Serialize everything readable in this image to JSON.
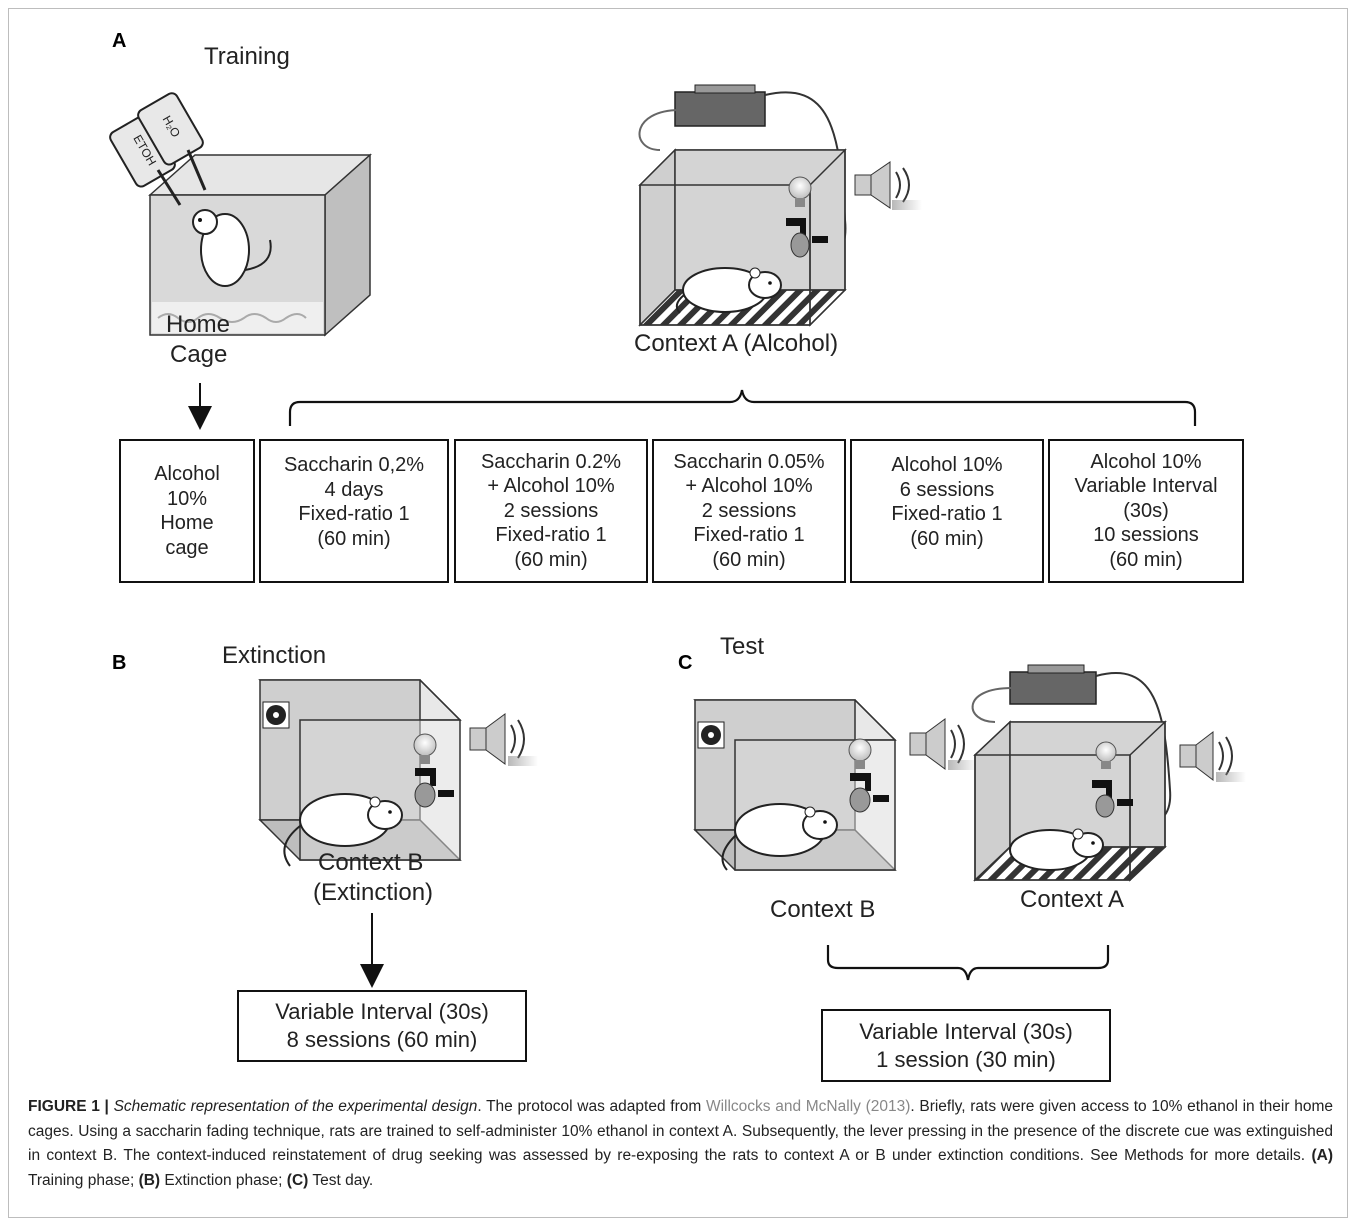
{
  "panels": {
    "a": "A",
    "b": "B",
    "c": "C"
  },
  "labels": {
    "training": "Training",
    "home_cage_1": "Home",
    "home_cage_2": "Cage",
    "context_a_alcohol": "Context A (Alcohol)",
    "extinction": "Extinction",
    "context_b_1": "Context B",
    "context_b_2": "(Extinction)",
    "test": "Test",
    "context_b": "Context B",
    "context_a": "Context A"
  },
  "bottle_labels": {
    "etoh": "ETOH",
    "h2o": "H₂O"
  },
  "training_boxes": [
    {
      "lines": [
        "Alcohol",
        "10%",
        "Home",
        "cage"
      ]
    },
    {
      "lines": [
        "Saccharin 0,2%",
        "4 days",
        "Fixed-ratio 1",
        "(60 min)"
      ]
    },
    {
      "lines": [
        "Saccharin 0.2%",
        "+ Alcohol 10%",
        "2 sessions",
        "Fixed-ratio 1",
        "(60 min)"
      ]
    },
    {
      "lines": [
        "Saccharin 0.05%",
        "+ Alcohol 10%",
        "2 sessions",
        "Fixed-ratio 1",
        "(60 min)"
      ]
    },
    {
      "lines": [
        "Alcohol 10%",
        "6 sessions",
        "Fixed-ratio 1",
        "(60 min)"
      ]
    },
    {
      "lines": [
        "Alcohol 10%",
        "Variable Interval",
        "(30s)",
        "10 sessions",
        "(60 min)"
      ]
    }
  ],
  "extinction_box": {
    "lines": [
      "Variable Interval (30s)",
      "8 sessions (60 min)"
    ]
  },
  "test_box": {
    "lines": [
      "Variable Interval (30s)",
      "1 session (30 min)"
    ]
  },
  "caption": {
    "figure": "FIGURE 1 |",
    "title": "Schematic representation of the experimental design",
    "text1": ". The protocol was adapted from ",
    "ref": "Willcocks and McNally (2013)",
    "text2": ". Briefly, rats were given access to 10% ethanol in their home cages. Using a saccharin fading technique, rats are trained to self-administer 10% ethanol in context A. Subsequently, the lever pressing in the presence of the discrete cue was extinguished in context B. The context-induced reinstatement of drug seeking was assessed by re-exposing the rats to context A or B under extinction conditions. See Methods for more details. ",
    "a_tag": "(A)",
    "a_text": " Training phase; ",
    "b_tag": "(B)",
    "b_text": " Extinction phase; ",
    "c_tag": "(C)",
    "c_text": " Test day."
  }
}
